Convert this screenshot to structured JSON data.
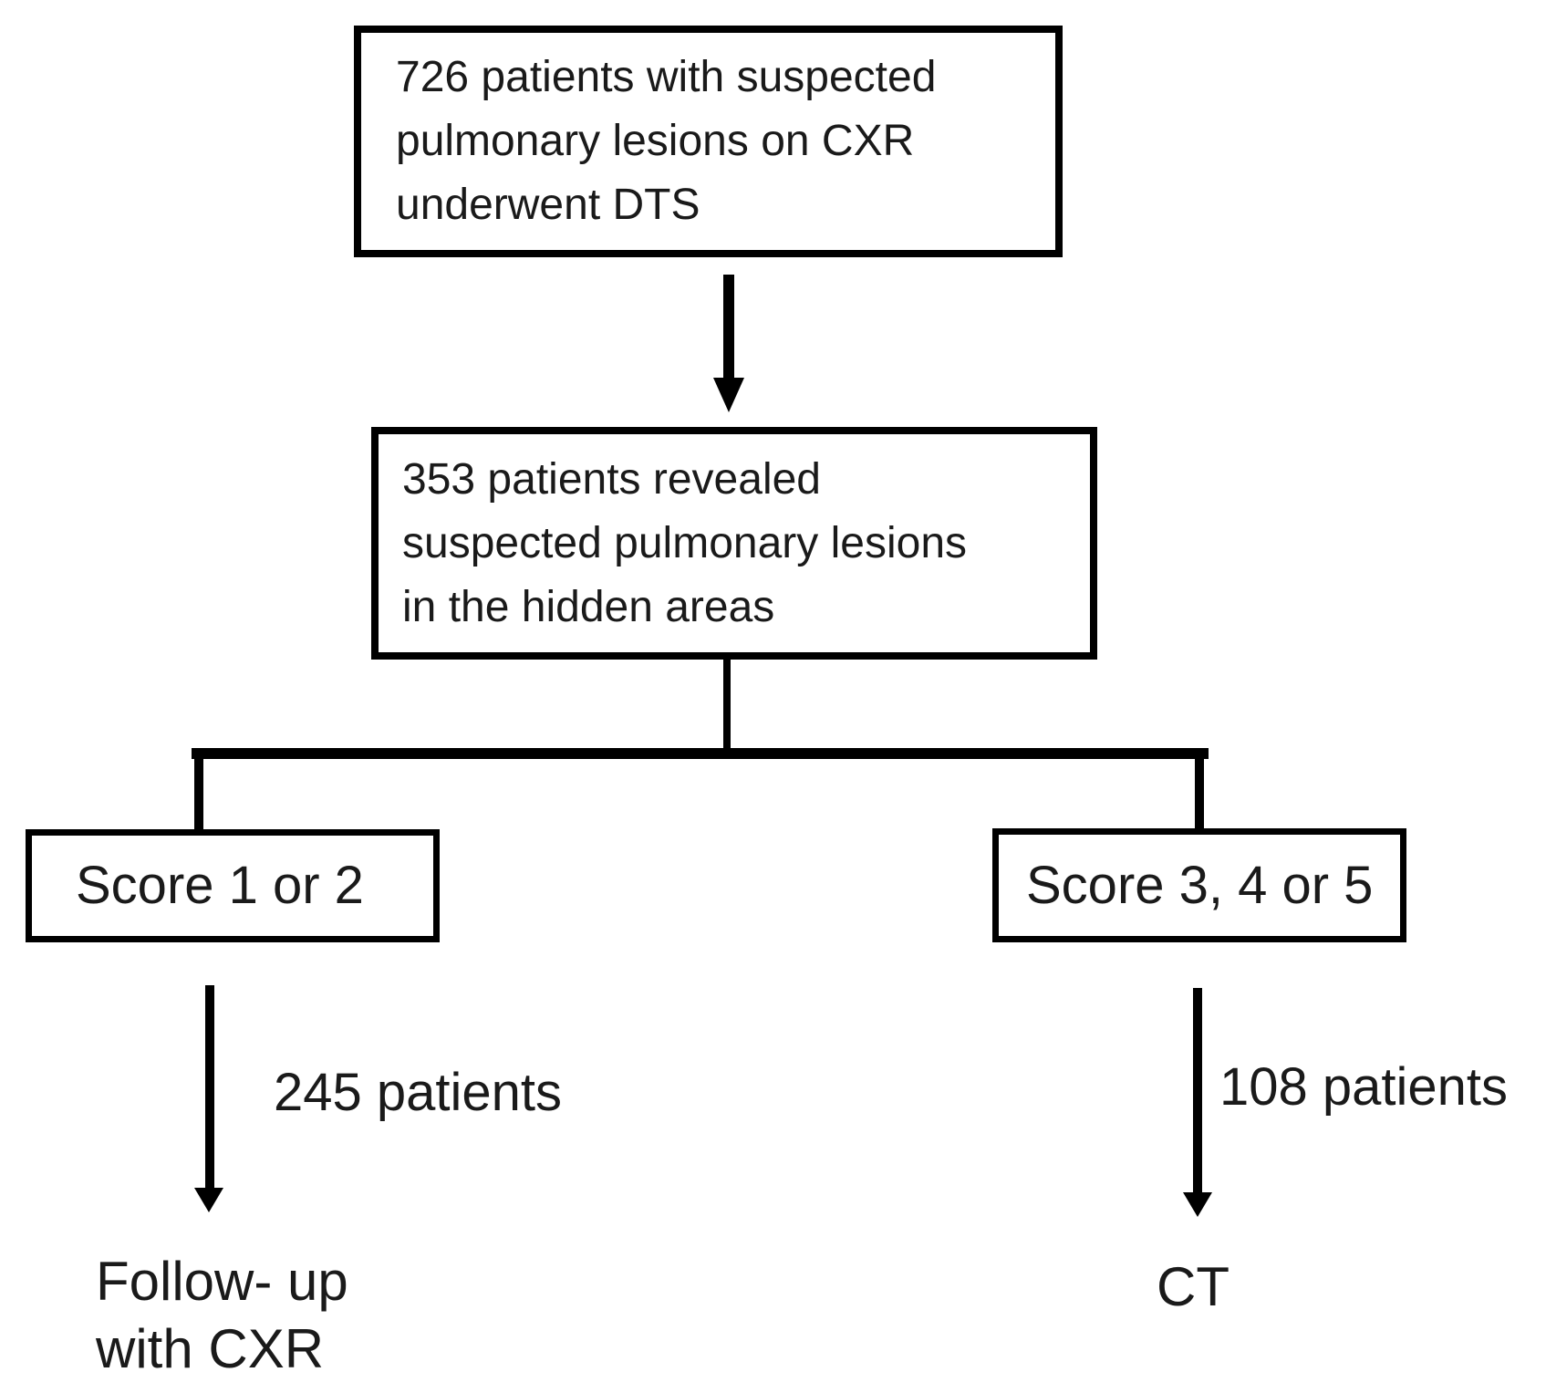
{
  "page": {
    "background_color": "#ffffff",
    "line_color": "#000000",
    "text_color": "#1a1a1a"
  },
  "flowchart": {
    "top_box": {
      "text": "726 patients with suspected\npulmonary lesions on CXR\nunderwent DTS"
    },
    "middle_box": {
      "text": "353 patients revealed\nsuspected pulmonary lesions\nin the hidden areas"
    },
    "left_box": {
      "text": "Score 1 or 2"
    },
    "right_box": {
      "text": "Score 3, 4 or 5"
    },
    "left_arrow_label": "245 patients",
    "right_arrow_label": "108 patients",
    "left_outcome": "Follow- up\nwith CXR",
    "right_outcome": "CT"
  }
}
